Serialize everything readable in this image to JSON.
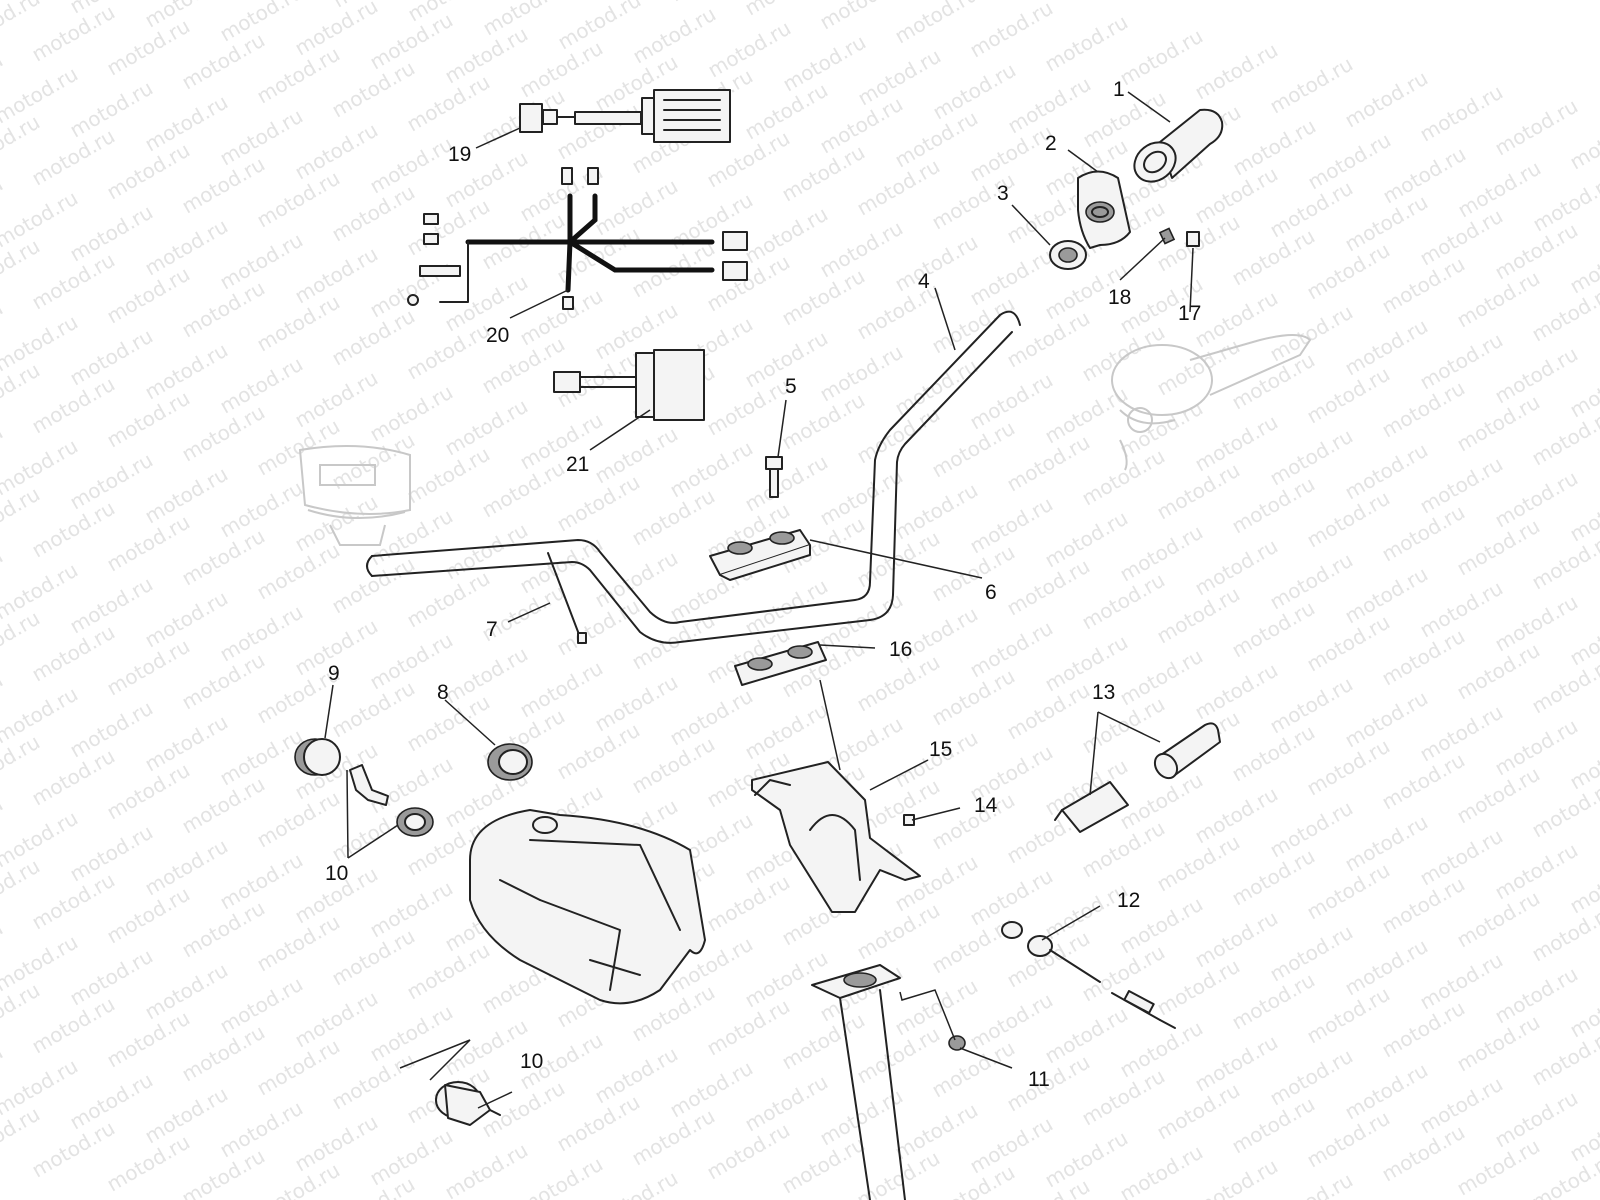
{
  "watermark": "motod.ru",
  "callouts": [
    "1",
    "2",
    "3",
    "4",
    "5",
    "6",
    "7",
    "8",
    "9",
    "10",
    "10",
    "11",
    "12",
    "13",
    "14",
    "15",
    "16",
    "17",
    "18",
    "19",
    "20",
    "21"
  ]
}
